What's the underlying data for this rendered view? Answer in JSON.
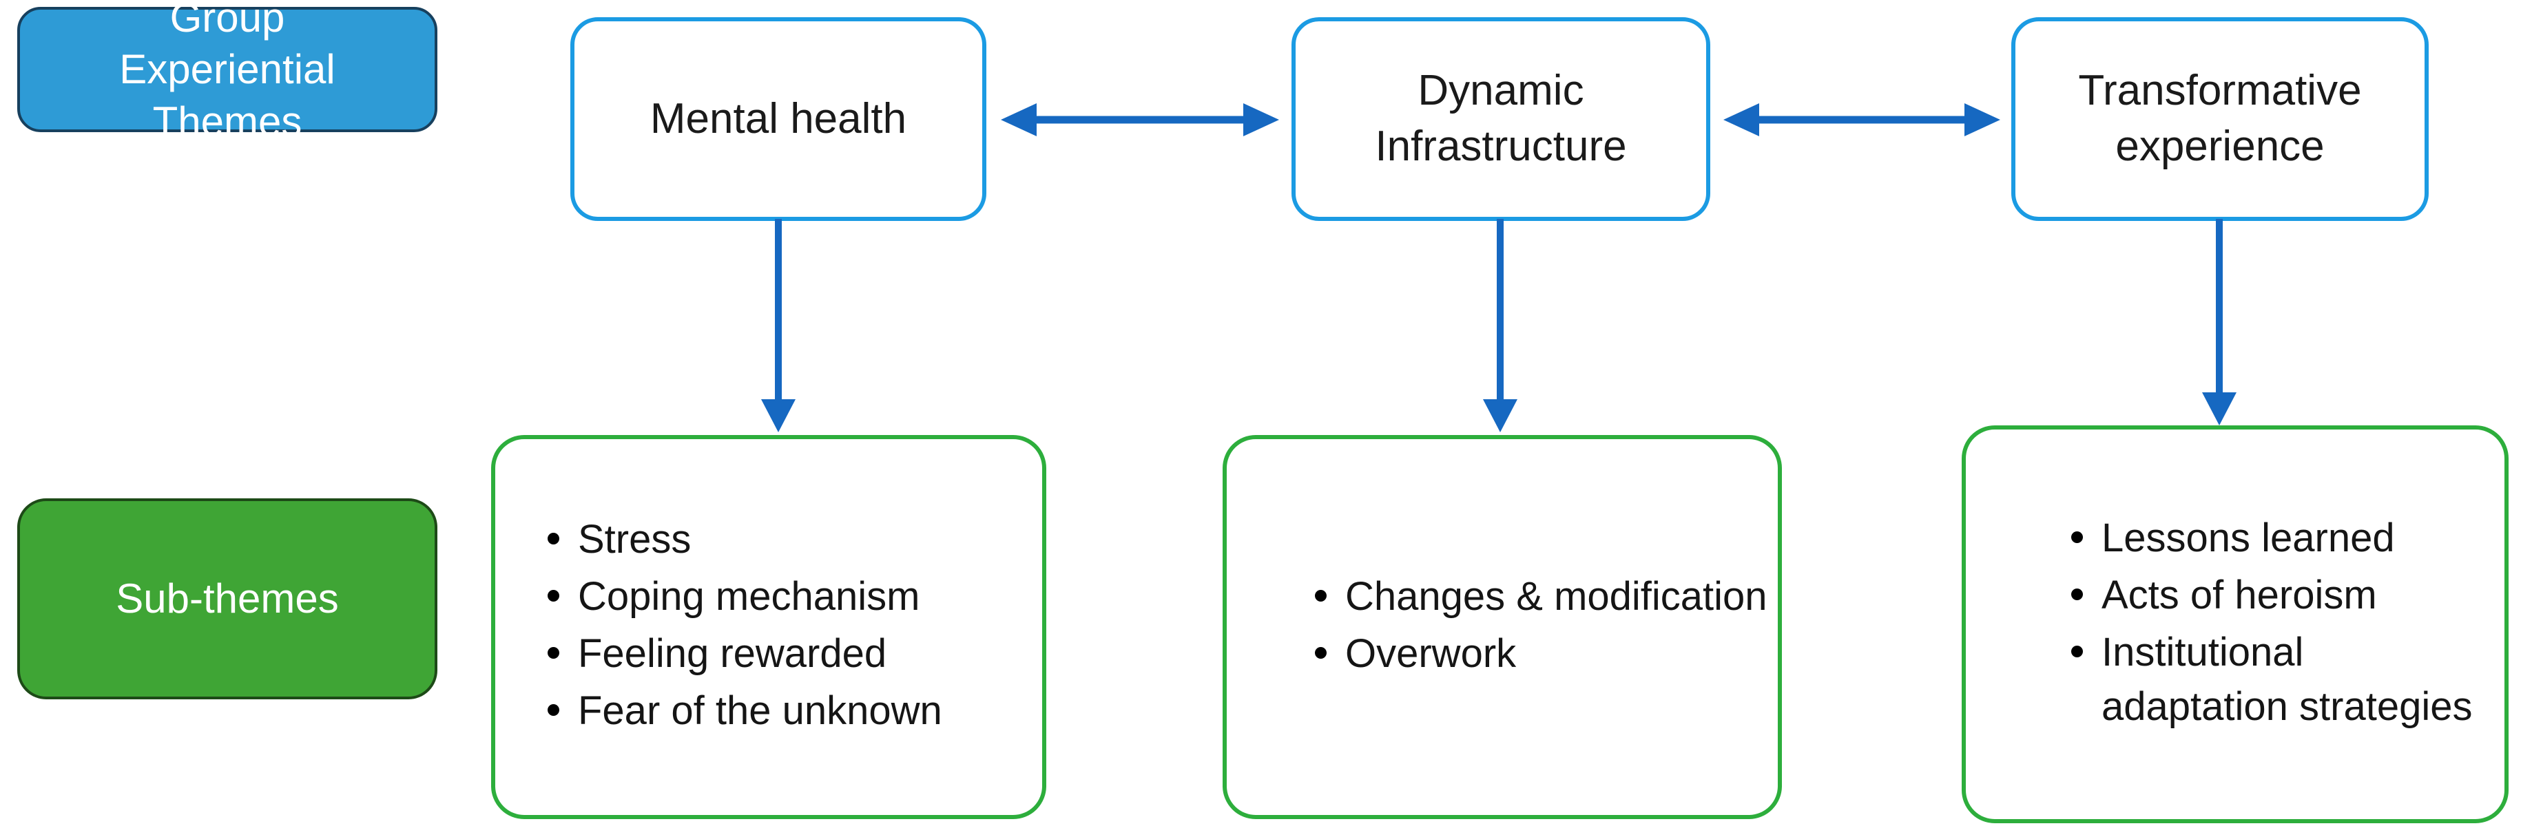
{
  "colors": {
    "group_box_fill": "#2E9BD6",
    "group_box_border": "#17405E",
    "sub_box_fill": "#3FA535",
    "sub_box_border": "#1D4A17",
    "theme_border": "#1B9BE3",
    "subtheme_border": "#2DAE3C",
    "arrow": "#1668C1",
    "text_dark": "#1A1A1A",
    "text_light": "#FFFFFF",
    "background": "#FFFFFF"
  },
  "legend": {
    "group_label": "Group\nExperiential\nThemes",
    "sub_label": "Sub-themes"
  },
  "themes": [
    {
      "label": "Mental health"
    },
    {
      "label": "Dynamic\nInfrastructure"
    },
    {
      "label": "Transformative\nexperience"
    }
  ],
  "subthemes": [
    {
      "items": [
        "Stress",
        "Coping mechanism",
        "Feeling rewarded",
        "Fear of the unknown"
      ]
    },
    {
      "items": [
        "Changes & modification",
        "Overwork"
      ]
    },
    {
      "items": [
        "Lessons learned",
        "Acts of heroism",
        "Institutional adaptation strategies"
      ]
    }
  ],
  "connectors": {
    "horizontal": [
      {
        "from": "Mental health",
        "to": "Dynamic Infrastructure",
        "style": "double-headed-arrow"
      },
      {
        "from": "Dynamic Infrastructure",
        "to": "Transformative experience",
        "style": "double-headed-arrow"
      }
    ],
    "vertical": [
      {
        "from": "Mental health",
        "to": "subtheme-1",
        "style": "down-arrow"
      },
      {
        "from": "Dynamic Infrastructure",
        "to": "subtheme-2",
        "style": "down-arrow"
      },
      {
        "from": "Transformative experience",
        "to": "subtheme-3",
        "style": "down-arrow"
      }
    ]
  }
}
